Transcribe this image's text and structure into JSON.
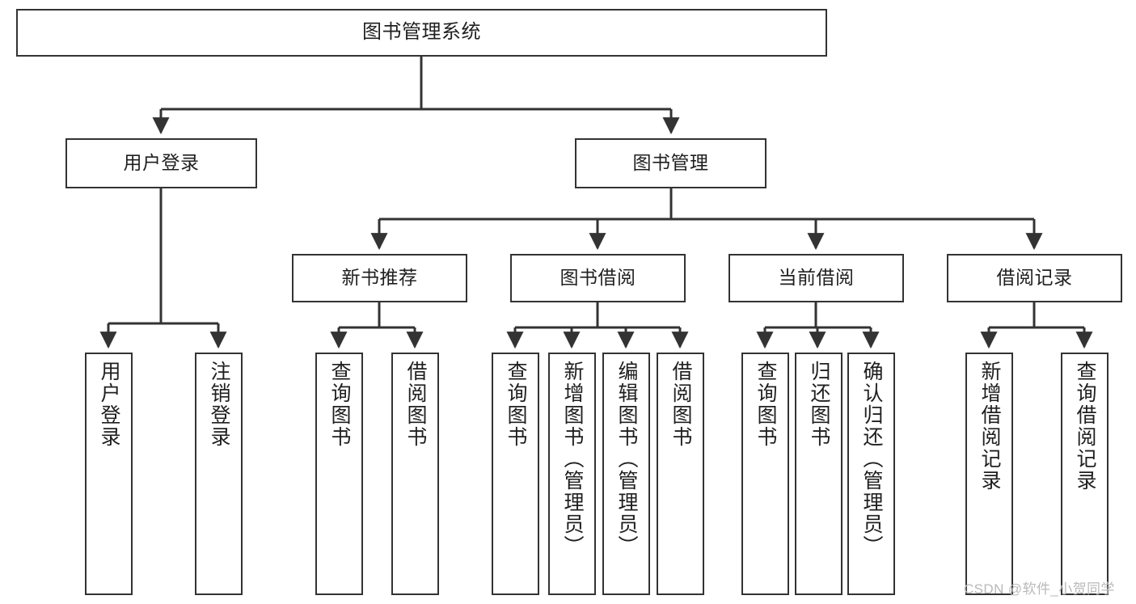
{
  "diagram": {
    "title": "图书管理系统",
    "type": "hierarchy-tree",
    "watermark": "CSDN @软件_小贺同学",
    "colors": {
      "box_border": "#333333",
      "box_fill": "#ffffff",
      "edge": "#333333",
      "text": "#1f1f1f",
      "watermark": "#b9b9b9",
      "background": "#ffffff"
    },
    "root": {
      "id": "root",
      "label": "图书管理系统"
    },
    "level2": [
      {
        "id": "user-login",
        "label": "用户登录"
      },
      {
        "id": "book-manage",
        "label": "图书管理"
      }
    ],
    "level3": [
      {
        "id": "new-book-recommend",
        "label": "新书推荐"
      },
      {
        "id": "book-borrow",
        "label": "图书借阅"
      },
      {
        "id": "current-borrow",
        "label": "当前借阅"
      },
      {
        "id": "borrow-record",
        "label": "借阅记录"
      }
    ],
    "leaves": [
      {
        "id": "leaf-user-login",
        "label": "用户登录",
        "parent": "user-login"
      },
      {
        "id": "leaf-logout",
        "label": "注销登录",
        "parent": "user-login"
      },
      {
        "id": "leaf-query-book-1",
        "label": "查询图书",
        "parent": "new-book-recommend"
      },
      {
        "id": "leaf-borrow-book-1",
        "label": "借阅图书",
        "parent": "new-book-recommend"
      },
      {
        "id": "leaf-query-book-2",
        "label": "查询图书",
        "parent": "book-borrow"
      },
      {
        "id": "leaf-add-book",
        "label": "新增图书（管理员）",
        "parent": "book-borrow"
      },
      {
        "id": "leaf-edit-book",
        "label": "编辑图书（管理员）",
        "parent": "book-borrow"
      },
      {
        "id": "leaf-borrow-book-2",
        "label": "借阅图书",
        "parent": "book-borrow"
      },
      {
        "id": "leaf-query-book-3",
        "label": "查询图书",
        "parent": "current-borrow"
      },
      {
        "id": "leaf-return-book",
        "label": "归还图书",
        "parent": "current-borrow"
      },
      {
        "id": "leaf-confirm-return",
        "label": "确认归还（管理员）",
        "parent": "current-borrow"
      },
      {
        "id": "leaf-add-record",
        "label": "新增借阅记录",
        "parent": "borrow-record"
      },
      {
        "id": "leaf-query-record",
        "label": "查询借阅记录",
        "parent": "borrow-record"
      }
    ]
  }
}
